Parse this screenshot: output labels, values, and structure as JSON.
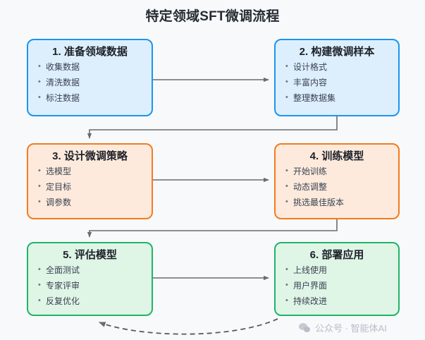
{
  "page": {
    "title": "特定领域SFT微调流程",
    "background_color": "#f7f9fb"
  },
  "theme_colors": {
    "blue_border": "#1b95ef",
    "blue_fill": "#ddeffc",
    "orange_border": "#f47b20",
    "orange_fill": "#fdeadc",
    "green_border": "#21b469",
    "green_fill": "#dff5e6",
    "connector": "#6b6b6b",
    "watermark": "#b9bec6"
  },
  "chart_data": {
    "type": "diagram",
    "title": "特定领域SFT微调流程",
    "nodes": [
      {
        "id": "1",
        "title": "1. 准备领域数据",
        "items": [
          "收集数据",
          "清洗数据",
          "标注数据"
        ],
        "color": "blue"
      },
      {
        "id": "2",
        "title": "2. 构建微调样本",
        "items": [
          "设计格式",
          "丰富内容",
          "整理数据集"
        ],
        "color": "blue"
      },
      {
        "id": "3",
        "title": "3. 设计微调策略",
        "items": [
          "选模型",
          "定目标",
          "调参数"
        ],
        "color": "orange"
      },
      {
        "id": "4",
        "title": "4. 训练模型",
        "items": [
          "开始训练",
          "动态调整",
          "挑选最佳版本"
        ],
        "color": "orange"
      },
      {
        "id": "5",
        "title": "5. 评估模型",
        "items": [
          "全面测试",
          "专家评审",
          "反复优化"
        ],
        "color": "green"
      },
      {
        "id": "6",
        "title": "6. 部署应用",
        "items": [
          "上线使用",
          "用户界面",
          "持续改进"
        ],
        "color": "green"
      }
    ],
    "edges": [
      {
        "from": "1",
        "to": "2",
        "style": "solid"
      },
      {
        "from": "2",
        "to": "3",
        "style": "solid"
      },
      {
        "from": "3",
        "to": "4",
        "style": "solid"
      },
      {
        "from": "4",
        "to": "5",
        "style": "solid"
      },
      {
        "from": "5",
        "to": "6",
        "style": "solid"
      },
      {
        "from": "6",
        "to": "5",
        "style": "dashed"
      }
    ]
  },
  "nodes": {
    "n1": {
      "title": "1. 准备领域数据",
      "item0": "收集数据",
      "item1": "清洗数据",
      "item2": "标注数据"
    },
    "n2": {
      "title": "2. 构建微调样本",
      "item0": "设计格式",
      "item1": "丰富内容",
      "item2": "整理数据集"
    },
    "n3": {
      "title": "3. 设计微调策略",
      "item0": "选模型",
      "item1": "定目标",
      "item2": "调参数"
    },
    "n4": {
      "title": "4. 训练模型",
      "item0": "开始训练",
      "item1": "动态调整",
      "item2": "挑选最佳版本"
    },
    "n5": {
      "title": "5. 评估模型",
      "item0": "全面测试",
      "item1": "专家评审",
      "item2": "反复优化"
    },
    "n6": {
      "title": "6. 部署应用",
      "item0": "上线使用",
      "item1": "用户界面",
      "item2": "持续改进"
    }
  },
  "watermark": {
    "icon": "wechat-icon",
    "text": "公众号 · 智能体AI"
  }
}
